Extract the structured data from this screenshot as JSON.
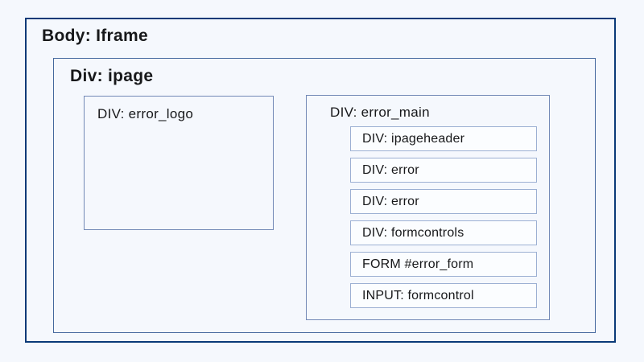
{
  "diagram": {
    "title_node": {
      "label": "Body: Iframe"
    },
    "ipage_node": {
      "label": "Div: ipage"
    },
    "error_logo_node": {
      "label": "DIV: error_logo"
    },
    "error_main_node": {
      "label": "DIV: error_main",
      "children": [
        {
          "label": "DIV: ipageheader"
        },
        {
          "label": "DIV: error"
        },
        {
          "label": "DIV: error"
        },
        {
          "label": "DIV: formcontrols"
        },
        {
          "label": "FORM #error_form"
        },
        {
          "label": "INPUT: formcontrol"
        }
      ]
    },
    "colors": {
      "page_background": "#f5f8fd",
      "outer_border": "#0a3a78",
      "mid_border": "#44689e",
      "inner_border": "#7289b6",
      "node_border": "#9cb0d3",
      "node_fill": "#fbfdff",
      "text": "#17181a"
    }
  }
}
